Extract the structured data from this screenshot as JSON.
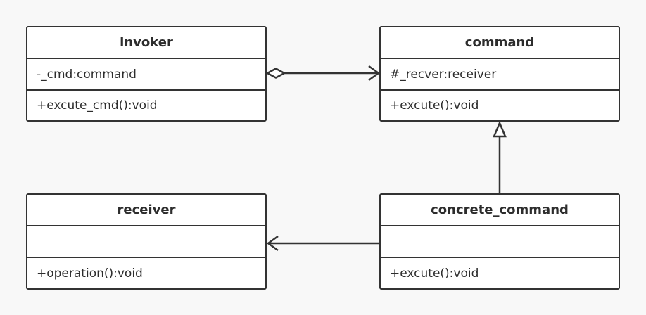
{
  "classes": {
    "invoker": {
      "name": "invoker",
      "attributes": "-_cmd:command",
      "operations": "+excute_cmd():void"
    },
    "command": {
      "name": "command",
      "attributes": "#_recver:receiver",
      "operations": "+excute():void"
    },
    "receiver": {
      "name": "receiver",
      "attributes": "",
      "operations": "+operation():void"
    },
    "concrete_command": {
      "name": "concrete_command",
      "attributes": "",
      "operations": "+excute():void"
    }
  },
  "relations": [
    {
      "from": "invoker",
      "to": "command",
      "type": "aggregation"
    },
    {
      "from": "concrete_command",
      "to": "command",
      "type": "generalization"
    },
    {
      "from": "concrete_command",
      "to": "receiver",
      "type": "association"
    }
  ],
  "colors": {
    "background": "#f8f8f8",
    "box_fill": "#ffffff",
    "line": "#333333",
    "text": "#2d2d2d"
  }
}
